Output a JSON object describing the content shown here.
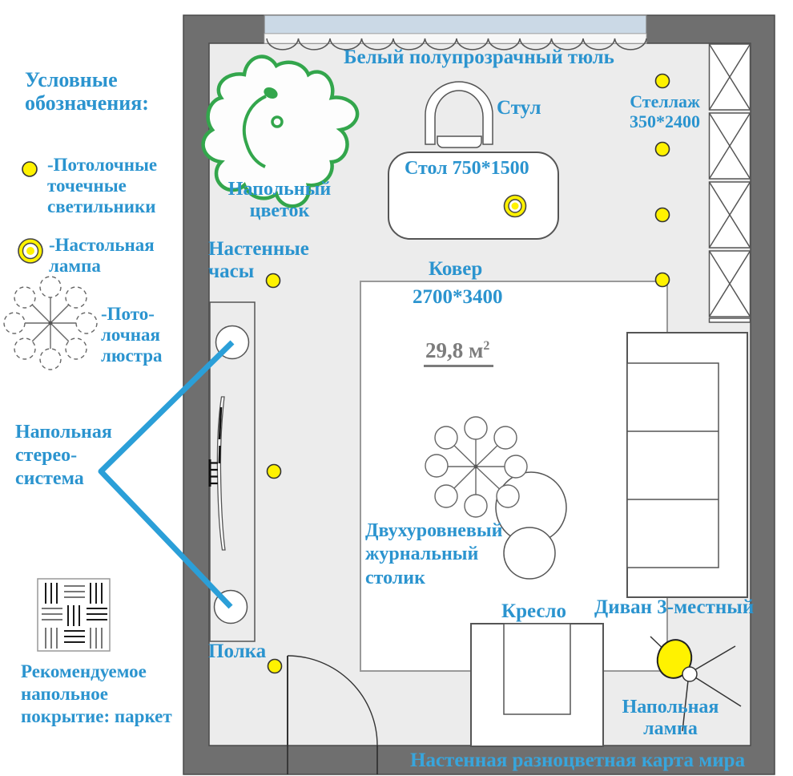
{
  "colors": {
    "accent_blue": "#2B94CF",
    "wall_map_blue": "#38A5DC",
    "pointer_blue": "#2B9FD8",
    "spotlight_yellow": "#FFF200",
    "plant_green": "#33A64C",
    "wall_gray": "#6F6F6F",
    "floor_gray": "#ECECEC",
    "window_blue": "#CBD9E6",
    "area_gray": "#7C7C7C",
    "furniture_stroke": "#555555"
  },
  "legend": {
    "title": [
      "Условные",
      "обозначения:"
    ],
    "spotlights_label": [
      "-Потолочные",
      "точечные",
      "светильники"
    ],
    "table_lamp_label": [
      "-Настольная",
      "лампа"
    ],
    "chandelier_label": [
      "-Пото-",
      "лочная",
      "люстра"
    ],
    "stereo_label": [
      "Напольная",
      "стерео-",
      "система"
    ],
    "flooring_label": [
      "Рекомендуемое",
      "напольное",
      "покрытие: паркет"
    ]
  },
  "room": {
    "curtain_label": "Белый полупрозрачный тюль",
    "chair_label": "Стул",
    "table_label": "Стол 750*1500",
    "shelving_label": [
      "Стеллаж",
      "350*2400"
    ],
    "plant_label": [
      "Напольный",
      "цветок"
    ],
    "wall_clock_label": [
      "Настенные",
      "часы"
    ],
    "carpet_label": "Ковер",
    "carpet_size_label": "2700*3400",
    "area_label": "29,8 м",
    "area_superscript": "2",
    "coffee_table_label": [
      "Двухуровневый",
      "журнальный",
      "столик"
    ],
    "armchair_label": "Кресло",
    "sofa_label": "Диван 3-местный",
    "floor_lamp_label": [
      "Напольная",
      "лампа"
    ],
    "shelf_label": "Полка",
    "wall_map_label": "Настенная разноцветная карта мира",
    "ceiling_spotlight_count": 7
  }
}
